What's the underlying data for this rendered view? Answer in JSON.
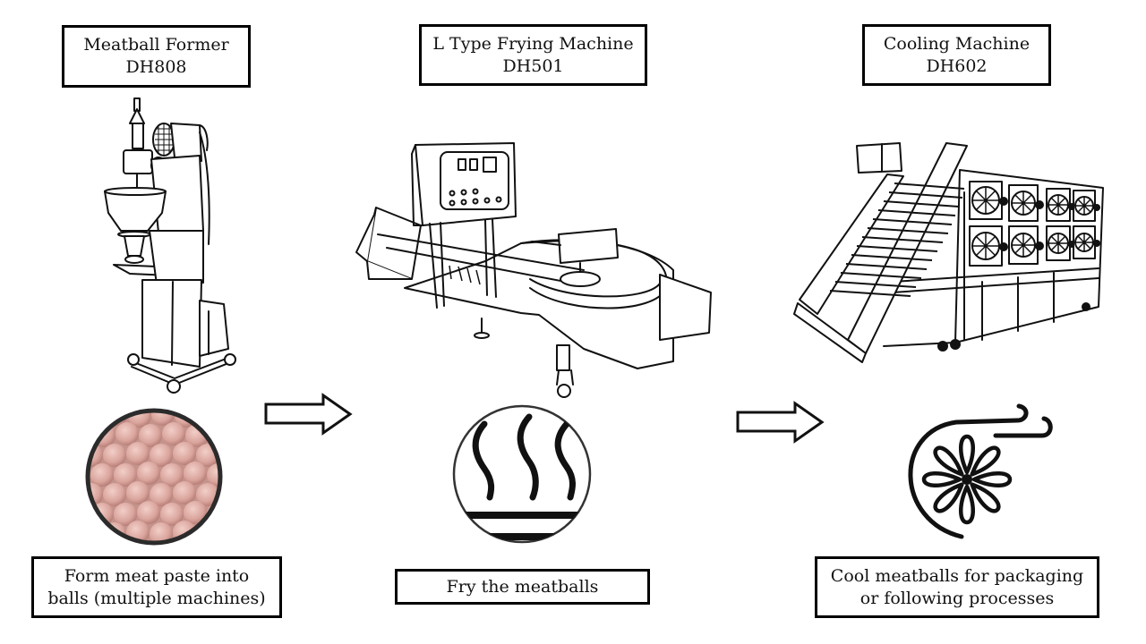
{
  "diagram": {
    "type": "process-flow",
    "steps": [
      {
        "machine_name": "Meatball Former",
        "model": "DH808",
        "illustration": "meatball-former-machine",
        "result_icon": "meatballs-photo-icon",
        "description_line1": "Form meat paste into",
        "description_line2": "balls (multiple machines)"
      },
      {
        "machine_name": "L Type Frying Machine",
        "model": "DH501",
        "illustration": "frying-machine",
        "result_icon": "heat-steam-icon",
        "description_line1": "Fry the meatballs"
      },
      {
        "machine_name": "Cooling Machine",
        "model": "DH602",
        "illustration": "cooling-machine",
        "result_icon": "fan-wind-icon",
        "description_line1": "Cool meatballs for packaging",
        "description_line2": "or following processes"
      }
    ],
    "connectors": [
      {
        "from": "Meatball Former",
        "to": "L Type Frying Machine",
        "icon": "arrow-right-icon"
      },
      {
        "from": "L Type Frying Machine",
        "to": "Cooling Machine",
        "icon": "arrow-right-icon"
      }
    ],
    "colors": {
      "line": "#111111",
      "background": "#ffffff",
      "meatball": "#d9a49c"
    }
  }
}
